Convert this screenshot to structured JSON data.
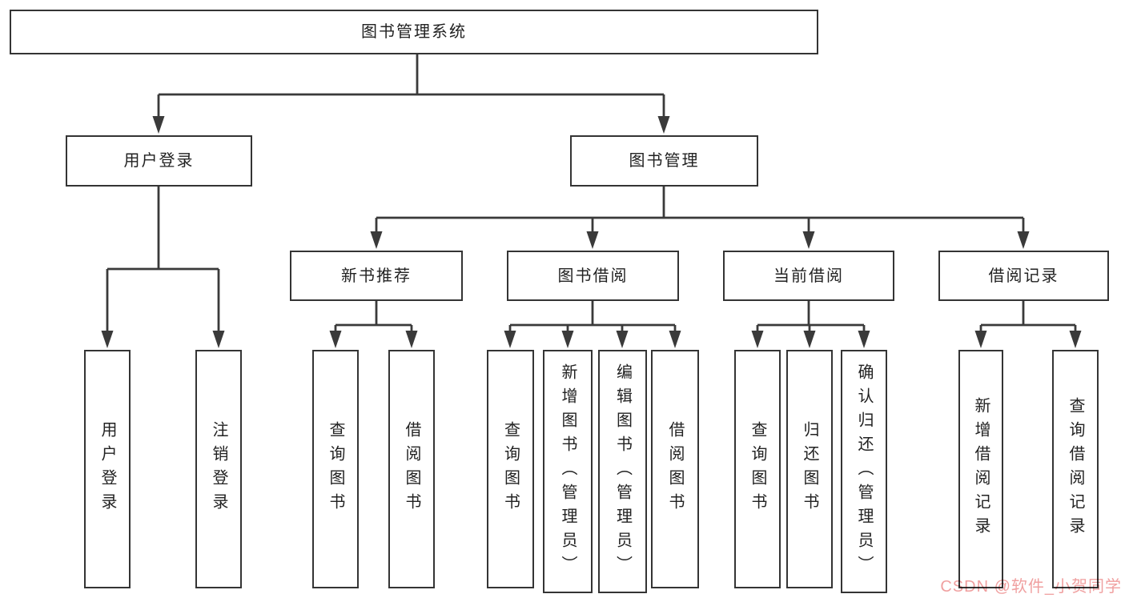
{
  "watermark": "CSDN @软件_小贺同学",
  "colors": {
    "line": "#3a3a3a",
    "box_border": "#343434",
    "text": "#222222",
    "watermark": "#f0a0a0",
    "background": "#ffffff"
  },
  "nodes": {
    "root": "图书管理系统",
    "login": {
      "label": "用户登录",
      "children": [
        "用户登录",
        "注销登录"
      ]
    },
    "manage": {
      "label": "图书管理",
      "children": {
        "recommend": {
          "label": "新书推荐",
          "children": [
            "查询图书",
            "借阅图书"
          ]
        },
        "borrow": {
          "label": "图书借阅",
          "children": [
            "查询图书",
            "新增图书（管理员）",
            "编辑图书（管理员）",
            "借阅图书"
          ]
        },
        "current": {
          "label": "当前借阅",
          "children": [
            "查询图书",
            "归还图书",
            "确认归还（管理员）"
          ]
        },
        "records": {
          "label": "借阅记录",
          "children": [
            "新增借阅记录",
            "查询借阅记录"
          ]
        }
      }
    }
  }
}
